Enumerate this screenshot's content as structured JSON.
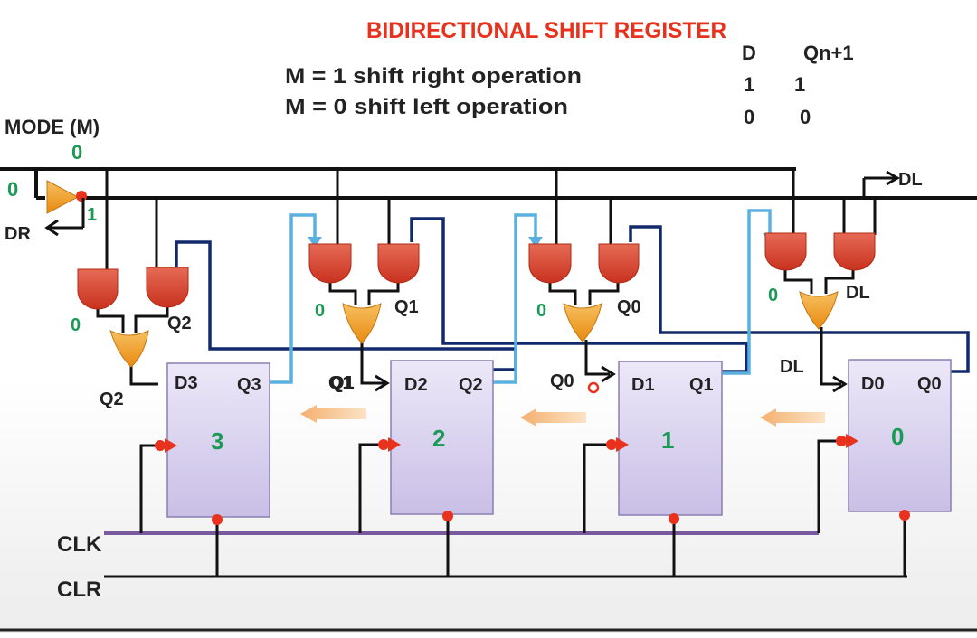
{
  "title": "BIDIRECTIONAL SHIFT REGISTER",
  "mode_desc": [
    "M = 1 shift right operation",
    "M = 0 shift left operation"
  ],
  "truth_table": {
    "headers": [
      "D",
      "Qn+1"
    ],
    "rows": [
      [
        "1",
        "1"
      ],
      [
        "0",
        "0"
      ]
    ]
  },
  "mode_label": "MODE (M)",
  "mode_value": "0",
  "mode_input_value": "0",
  "dr_label": "DR",
  "dl_label": "DL",
  "clk_label": "CLK",
  "clr_label": "CLR",
  "inverter_output": "1",
  "flipflops": [
    {
      "d": "D3",
      "q": "Q3",
      "num": "3"
    },
    {
      "d": "D2",
      "q": "Q2",
      "num": "2"
    },
    {
      "d": "D1",
      "q": "Q1",
      "num": "1"
    },
    {
      "d": "D0",
      "q": "Q0",
      "num": "0"
    }
  ],
  "gate_labels": {
    "stage3_left": "0",
    "stage3_right": "Q2",
    "stage3_out": "Q2",
    "stage2_left": "0",
    "stage2_right": "Q1",
    "stage2_out": "Q1",
    "stage1_left": "0",
    "stage1_right": "Q0",
    "stage1_out": "Q0",
    "stage0_left": "0",
    "stage0_right": "DL",
    "stage0_out": "DL"
  },
  "colors": {
    "title": "#e8321e",
    "value_green": "#1a9a55",
    "gate_fill": "#d9442e",
    "or_fill": "#f0a020",
    "ff_fill": "#dcd5f0",
    "feedback_dark": "#12296b",
    "feedback_light": "#5ab0e0",
    "clk_line": "#7a5a9e"
  }
}
